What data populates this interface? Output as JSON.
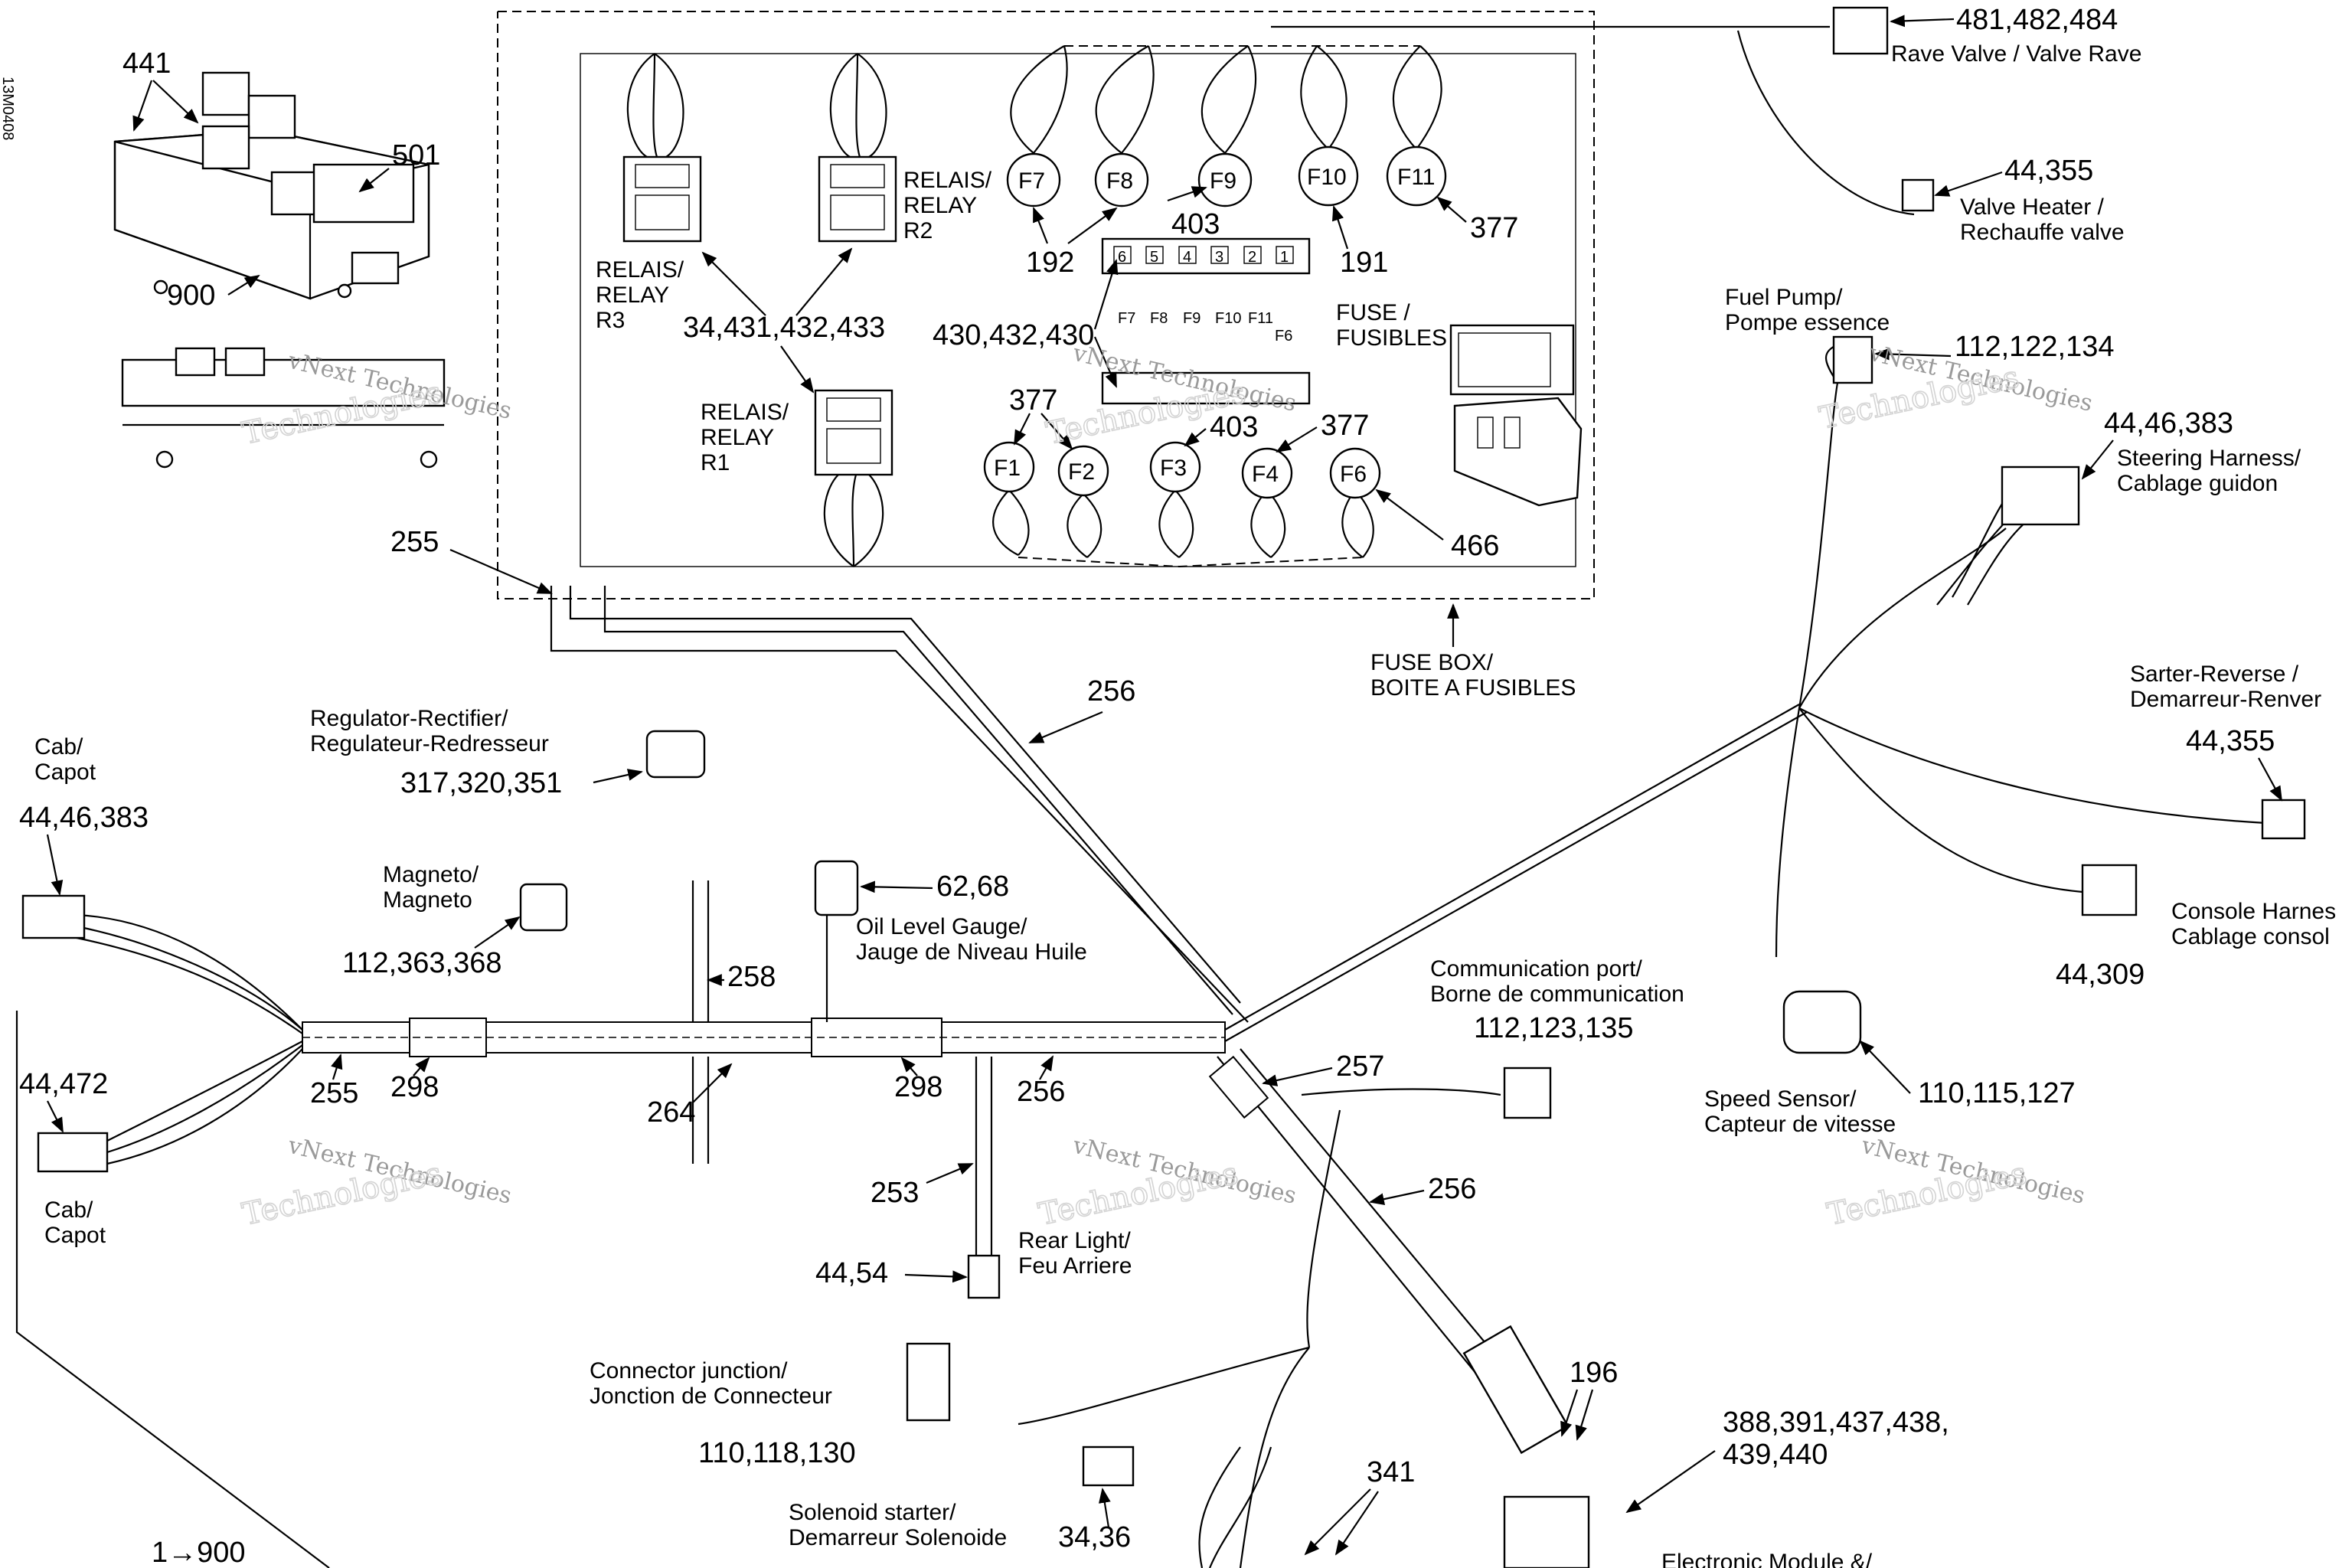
{
  "diagram_code": "13M0408",
  "fuse_box_parts": {
    "p441": "441",
    "p501": "501",
    "p900": "900",
    "relay_r3": "RELAIS/\nRELAY\nR3",
    "relay_r2": "RELAIS/\nRELAY\nR2",
    "relay_r1": "RELAIS/\nRELAY\nR1",
    "relay_refs": "34,431,432,433",
    "fuse_block_ref": "403",
    "fuse_block_ref_2": "430,432,430",
    "fuse_label": "FUSE /\nFUSIBLES",
    "f7": "F7",
    "f8": "F8",
    "f9": "F9",
    "f10": "F10",
    "f11": "F11",
    "f1": "F1",
    "f2": "F2",
    "f3": "F3",
    "f4": "F4",
    "f6": "F6",
    "r192": "192",
    "r191": "191",
    "r377a": "377",
    "r377b": "377",
    "r377c": "377",
    "r403b": "403",
    "r466": "466",
    "fuse_box_label": "FUSE BOX/\nBOITE A FUSIBLES",
    "block_top_digits": [
      "6",
      "5",
      "4",
      "3",
      "2",
      "1"
    ],
    "block_mid_labels": [
      "F7",
      "F8",
      "F9",
      "F10",
      "F11",
      "F6"
    ]
  },
  "harness_refs": {
    "r255a": "255",
    "r255b": "255",
    "r256a": "256",
    "r256b": "256",
    "r256c": "256",
    "r257": "257",
    "r258": "258",
    "r264": "264",
    "r298a": "298",
    "r298b": "298",
    "r253": "253",
    "r196": "196",
    "r341": "341",
    "bottom_left": "1→900"
  },
  "components": {
    "rave_valve": {
      "refs": "481,482,484",
      "label": "Rave Valve / Valve Rave"
    },
    "valve_heater": {
      "refs": "44,355",
      "label": "Valve Heater /\nRechauffe valve"
    },
    "fuel_pump": {
      "label": "Fuel Pump/\nPompe essence",
      "refs": "112,122,134"
    },
    "steering_harness": {
      "refs": "44,46,383",
      "label": "Steering Harness/\nCablage guidon"
    },
    "starter_reverse": {
      "label": "Sarter-Reverse /\nDemarreur-Renver",
      "refs": "44,355"
    },
    "console_harness": {
      "label": "Console Harnes\nCablage consol",
      "refs": "44,309"
    },
    "speed_sensor": {
      "label": "Speed Sensor/\nCapteur de vitesse",
      "refs": "110,115,127"
    },
    "communication_port": {
      "label": "Communication port/\nBorne de communication",
      "refs": "112,123,135"
    },
    "regulator": {
      "label": "Regulator-Rectifier/\nRegulateur-Redresseur",
      "refs": "317,320,351"
    },
    "magneto": {
      "label": "Magneto/\nMagneto",
      "refs": "112,363,368"
    },
    "oil_gauge": {
      "refs": "62,68",
      "label": "Oil Level Gauge/\nJauge de Niveau Huile"
    },
    "cab_top": {
      "label": "Cab/\nCapot",
      "refs": "44,46,383"
    },
    "cab_bottom": {
      "refs": "44,472",
      "label": "Cab/\nCapot"
    },
    "rear_light": {
      "label": "Rear Light/\nFeu Arriere",
      "refs": "44,54"
    },
    "connector_junction": {
      "label": "Connector junction/\nJonction de Connecteur",
      "refs": "110,118,130"
    },
    "solenoid": {
      "label": "Solenoid starter/\nDemarreur Solenoide",
      "refs": "34,36"
    },
    "electronic_module": {
      "refs": "388,391,437,438,\n439,440",
      "label": "Electronic Module &/"
    }
  },
  "watermark": {
    "line1": "vNext Technologies",
    "line2": "Technologies"
  },
  "colors": {
    "ink": "#000000",
    "watermark": "#cccccc"
  }
}
